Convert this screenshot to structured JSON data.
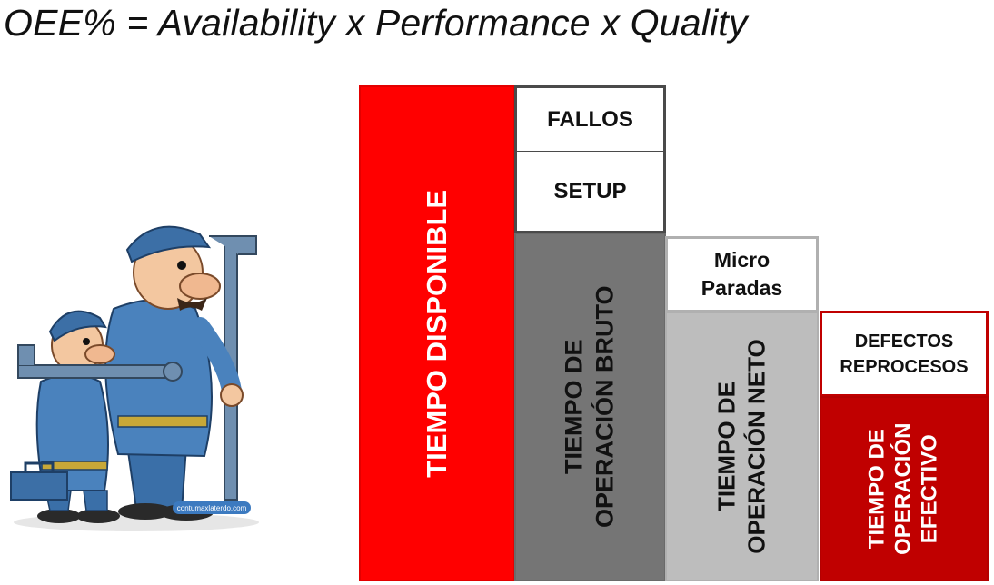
{
  "title": "OEE% = Availability x Performance x Quality",
  "illustration": {
    "icon": "two-plumbers-cartoon-icon",
    "watermark": "contumaxlaterdo.com"
  },
  "blocks": {
    "tiempo_disponible": {
      "label": "TIEMPO DISPONIBLE",
      "color": "#ff0000"
    },
    "fallos": {
      "label": "FALLOS"
    },
    "setup": {
      "label": "SETUP"
    },
    "tiempo_operacion_bruto": {
      "line1": "TIEMPO DE",
      "line2": "OPERACIÓN BRUTO",
      "color": "#757575"
    },
    "micro_paradas": {
      "line1": "Micro",
      "line2": "Paradas"
    },
    "tiempo_operacion_neto": {
      "line1": "TIEMPO DE",
      "line2": "OPERACIÓN NETO",
      "color": "#bdbdbd"
    },
    "defectos_reprocesos": {
      "line1": "DEFECTOS",
      "line2": "REPROCESOS"
    },
    "tiempo_operacion_efectivo": {
      "line1": "TIEMPO DE",
      "line2": "OPERACIÓN",
      "line3": "EFECTIVO",
      "color": "#c00000"
    }
  }
}
